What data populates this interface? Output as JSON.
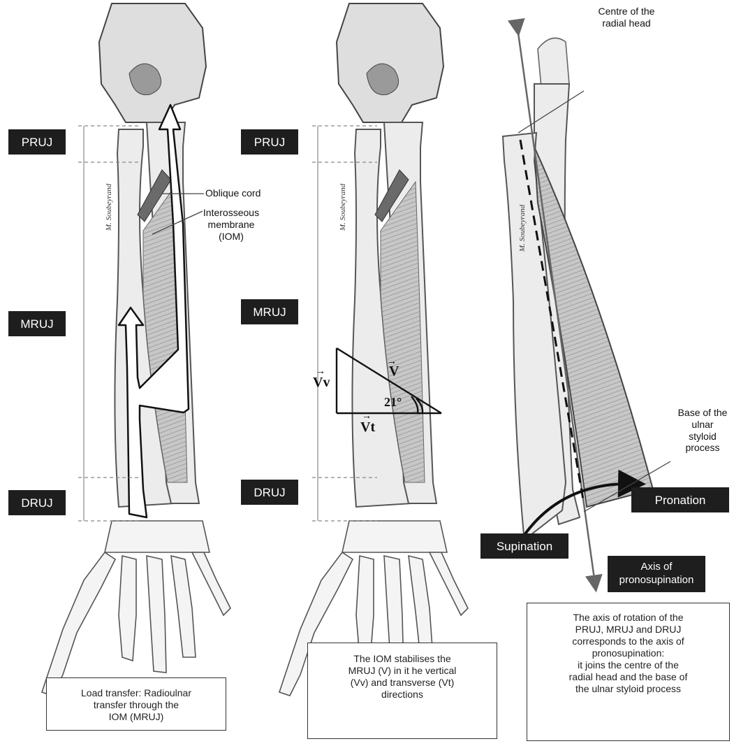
{
  "signature": "M. Soubeyrand",
  "panel1": {
    "labels": {
      "pruj": "PRUJ",
      "mruj": "MRUJ",
      "druj": "DRUJ"
    },
    "oblique_cord": "Oblique cord",
    "iom_line1": "Interosseous",
    "iom_line2": "membrane",
    "iom_line3": "(IOM)",
    "caption": [
      "Load transfer: Radioulnar",
      "transfer through the",
      "IOM (MRUJ)"
    ]
  },
  "panel2": {
    "labels": {
      "pruj": "PRUJ",
      "mruj": "MRUJ",
      "druj": "DRUJ"
    },
    "vec_v": "V",
    "vec_vv": "Vv",
    "vec_vt": "Vt",
    "angle": "21°",
    "caption": [
      "The IOM stabilises the",
      "MRUJ (V) in it he vertical",
      "(Vv) and transverse (Vt)",
      "directions"
    ]
  },
  "panel3": {
    "radial_head_1": "Centre of the",
    "radial_head_2": "radial head",
    "base_1": "Base of the",
    "base_2": "ulnar",
    "base_3": "styloid",
    "base_4": "process",
    "pronation": "Pronation",
    "supination": "Supination",
    "axis_1": "Axis of",
    "axis_2": "pronosupination",
    "caption": [
      "The axis of rotation of the",
      "PRUJ, MRUJ and DRUJ",
      "corresponds to the axis of",
      "pronosupination:",
      "it joins the centre of the",
      "radial head and the base of",
      "the ulnar styloid process"
    ]
  },
  "colors": {
    "bone": "#ececec",
    "bone_stroke": "#555555",
    "label_bg": "#1e1e1e",
    "membrane": "#b9b9b9",
    "cord": "#6a6a6a"
  }
}
